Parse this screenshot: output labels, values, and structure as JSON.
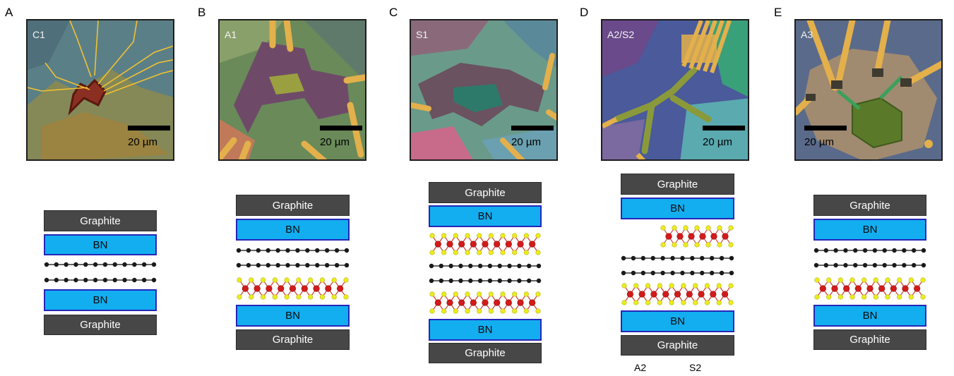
{
  "panels": [
    {
      "letter": "A",
      "label": "C1",
      "scale": "20 µm"
    },
    {
      "letter": "B",
      "label": "A1",
      "scale": "20 µm"
    },
    {
      "letter": "C",
      "label": "S1",
      "scale": "20 µm"
    },
    {
      "letter": "D",
      "label": "A2/S2",
      "scale": "20 µm"
    },
    {
      "letter": "E",
      "label": "A3",
      "scale": "20 µm"
    }
  ],
  "layers": {
    "graphite": "Graphite",
    "bn": "BN"
  },
  "sublabels": {
    "a2": "A2",
    "s2": "S2"
  },
  "colors": {
    "graphite": "#474747",
    "bn": "#12aef0",
    "bn_border": "#2626b8",
    "carbon": "#1a1a1a",
    "metal_atom": "#d41a1a",
    "chalcogen": "#ecec1e",
    "contacts": "#e8b54a"
  }
}
